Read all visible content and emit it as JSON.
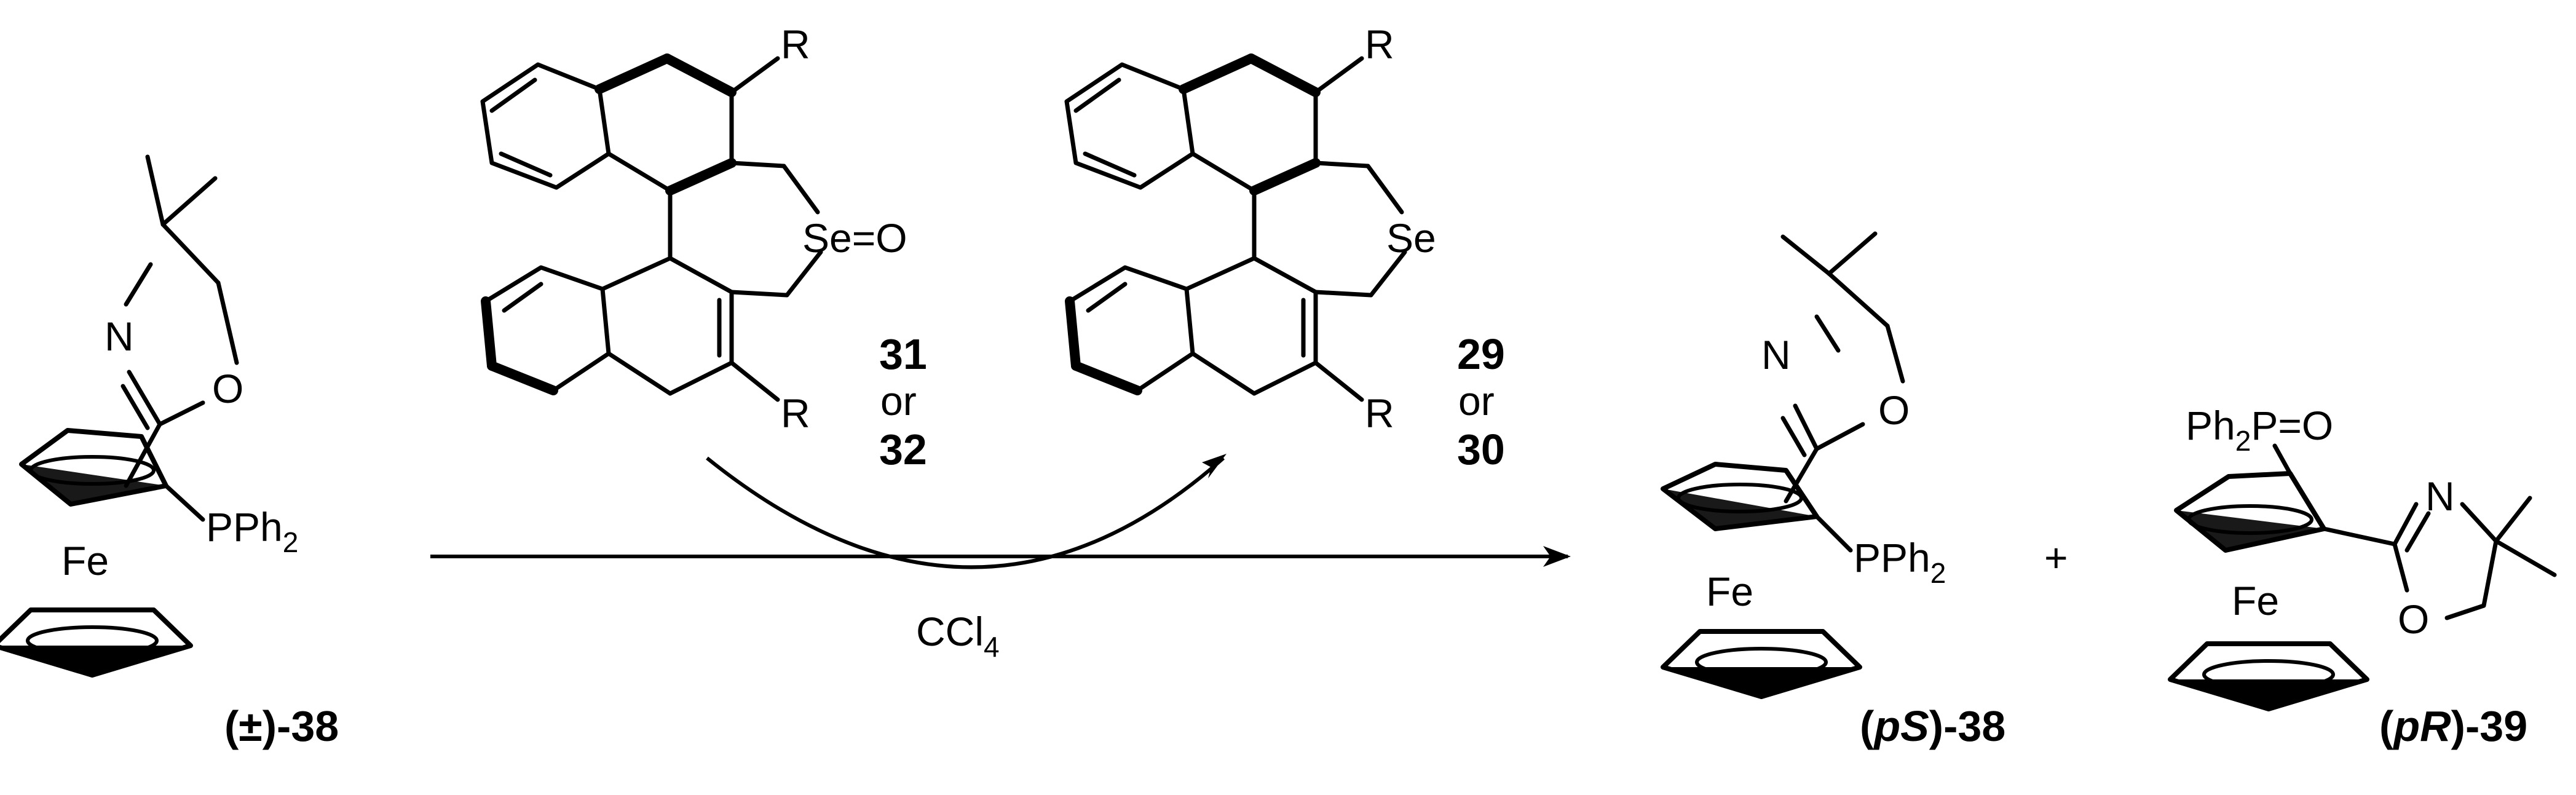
{
  "scheme": {
    "reagent": {
      "text": "CCl",
      "subscript": "4"
    },
    "plus_sign": "+",
    "atoms": {
      "N": "N",
      "O": "O",
      "Fe": "Fe",
      "R": "R",
      "Se": "Se",
      "Se_oxide": "Se=O",
      "PPh": "PPh",
      "ph2_sub": "2",
      "Ph": "Ph",
      "P_oxide": "P=O"
    },
    "compounds": {
      "start": {
        "prefix": "(±)-",
        "number": "38"
      },
      "selenoxide": {
        "top": "31",
        "or": "or",
        "bottom": "32"
      },
      "selenide": {
        "top": "29",
        "or": "or",
        "bottom": "30"
      },
      "product_s": {
        "open": "(",
        "p": "p",
        "letter": "S",
        "close": ")-",
        "number": "38"
      },
      "product_r": {
        "open": "(",
        "p": "p",
        "letter": "R",
        "close": ")-",
        "number": "39"
      }
    }
  }
}
